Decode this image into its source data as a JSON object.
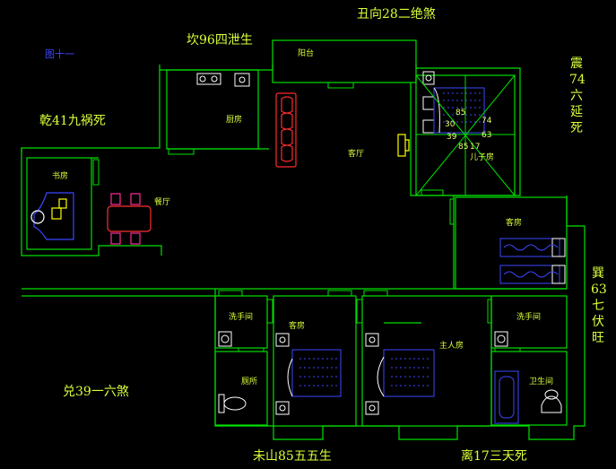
{
  "figure_label": "图十一",
  "compass_labels": {
    "top": "丑向28二绝煞",
    "top_left": "坎96四泄生",
    "left": "乾41九祸死",
    "bottom_left": "兑39一六煞",
    "bottom_mid": "未山85五五生",
    "bottom_right": "离17三天死",
    "right_top": "震 74 六 延 死",
    "right_bottom": "巽 63 七 伏 旺"
  },
  "rooms": {
    "balcony": "阳台",
    "kitchen": "厨房",
    "living": "客厅",
    "study": "书房",
    "dining": "餐厅",
    "child_room": "儿子房",
    "guest_room_right": "客房",
    "washroom_left": "洗手间",
    "toilet_left": "厕所",
    "guest_room_bottom": "客房",
    "master_bedroom": "主人房",
    "washroom_right": "洗手间",
    "bathroom": "卫生间"
  },
  "stair_numbers": [
    "85",
    "74",
    "30",
    "63",
    "39",
    "85",
    "17"
  ],
  "colors": {
    "wall": "#00e000",
    "label": "#d8ff3a",
    "furniture_blue": "#3b47ff",
    "furniture_white": "#ffffff",
    "sofa_red": "#ff2a2a",
    "chair_magenta": "#ff2aa0"
  }
}
